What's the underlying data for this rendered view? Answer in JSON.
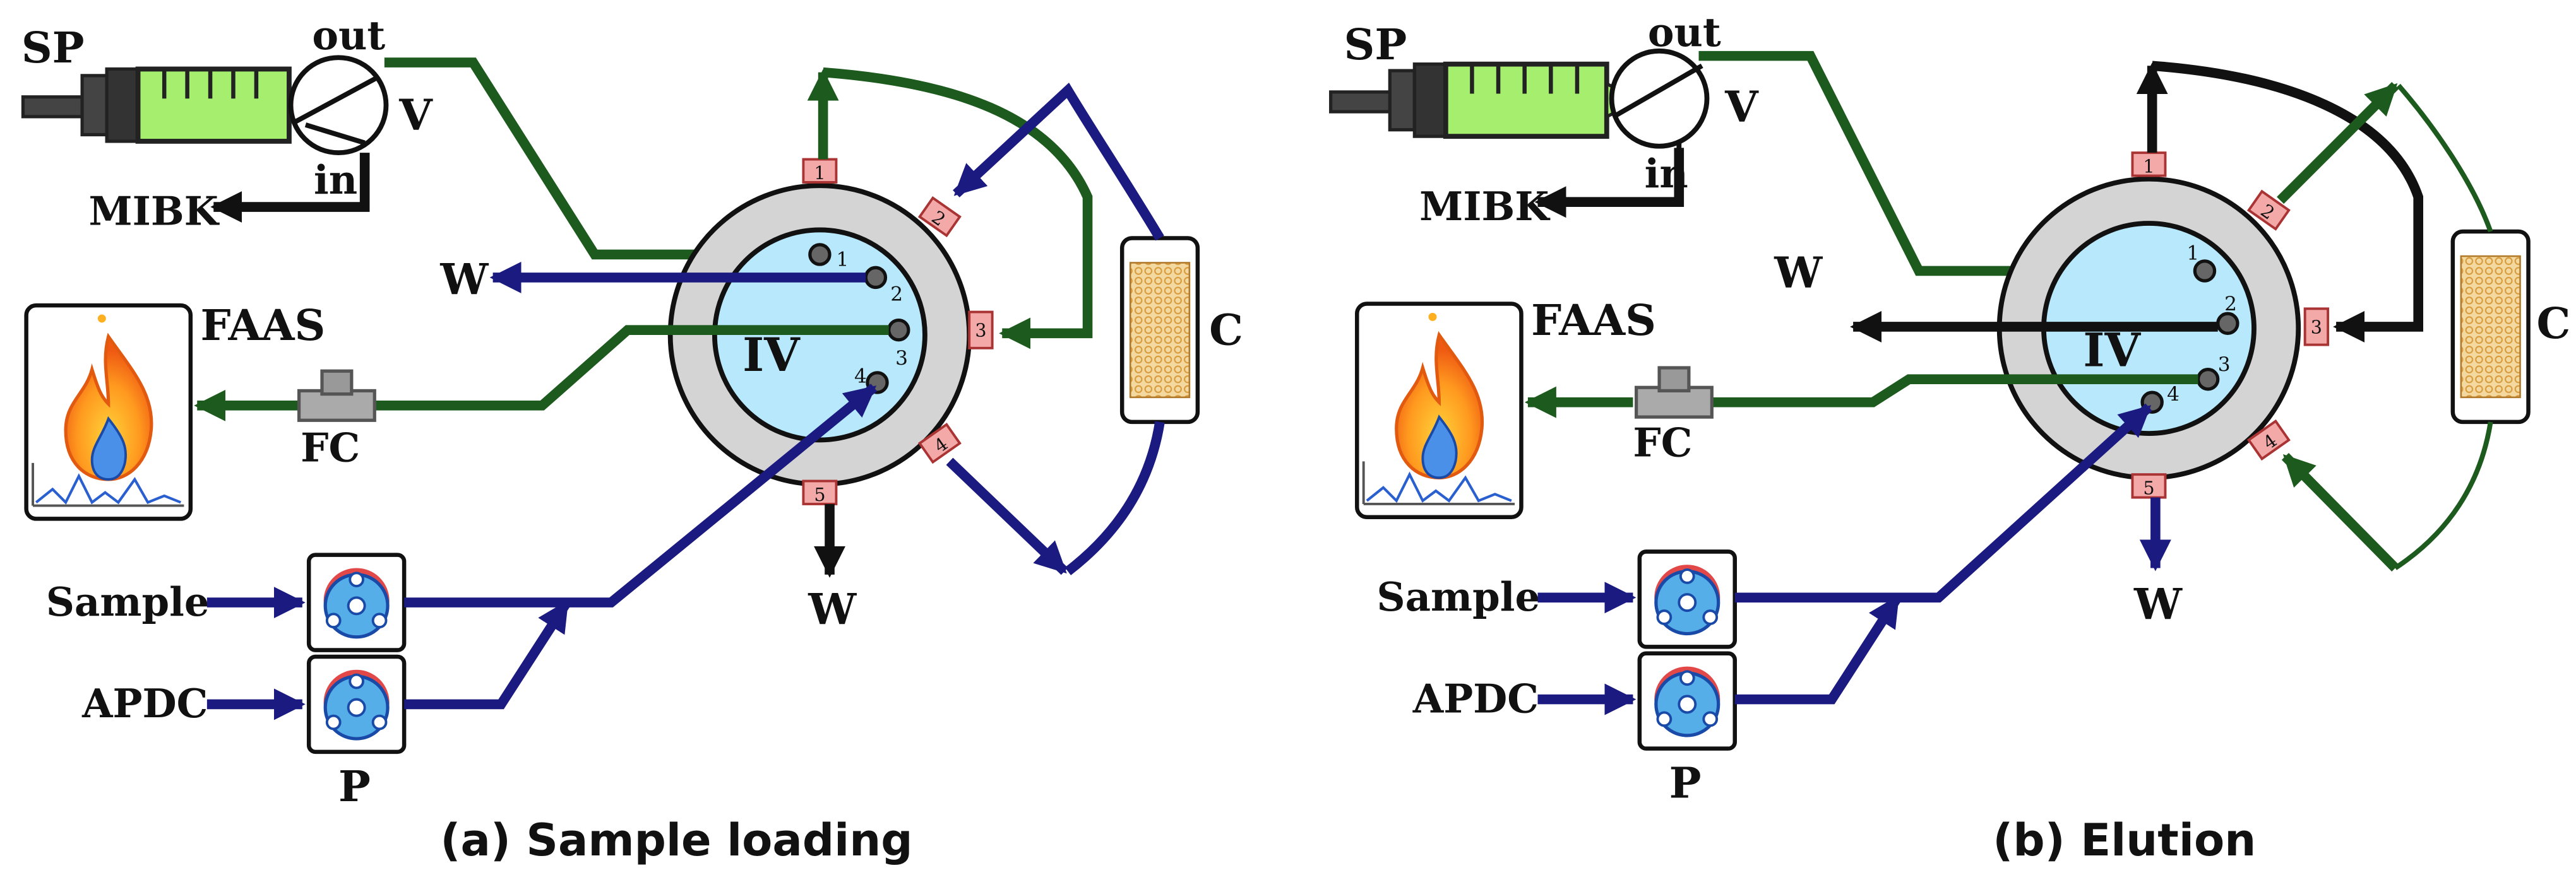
{
  "panels": [
    {
      "id": "a",
      "caption": "(a) Sample loading",
      "labels": {
        "sp": "SP",
        "v": "V",
        "out": "out",
        "in": "in",
        "mibk": "MIBK",
        "faas": "FAAS",
        "fc": "FC",
        "iv": "IV",
        "c": "C",
        "sample": "Sample",
        "apdc": "APDC",
        "p": "P",
        "w_left": "W",
        "w_bottom": "W"
      },
      "ports": [
        "1",
        "2",
        "3",
        "4",
        "5"
      ],
      "inner_ports": [
        "1",
        "2",
        "3",
        "4"
      ]
    },
    {
      "id": "b",
      "caption": "(b) Elution",
      "labels": {
        "sp": "SP",
        "v": "V",
        "out": "out",
        "in": "in",
        "mibk": "MIBK",
        "faas": "FAAS",
        "fc": "FC",
        "iv": "IV",
        "c": "C",
        "sample": "Sample",
        "apdc": "APDC",
        "p": "P",
        "w_left": "W",
        "w_bottom": "W"
      },
      "ports": [
        "1",
        "2",
        "3",
        "4",
        "5"
      ],
      "inner_ports": [
        "1",
        "2",
        "3",
        "4"
      ]
    }
  ],
  "colors": {
    "blue_line": "#1a1a80",
    "green_line": "#1d5a1d",
    "black_line": "#111111",
    "syringe": "#a6ef6e",
    "valve_outer": "#d4d4d4",
    "valve_inner": "#b8e8fb",
    "port": "#f4a9a9",
    "column": "#f3d9a0",
    "pump": "#56aee8"
  },
  "icons": [
    "flame-icon",
    "pump-icon",
    "syringe-icon",
    "column-icon",
    "tee-connector-icon"
  ]
}
